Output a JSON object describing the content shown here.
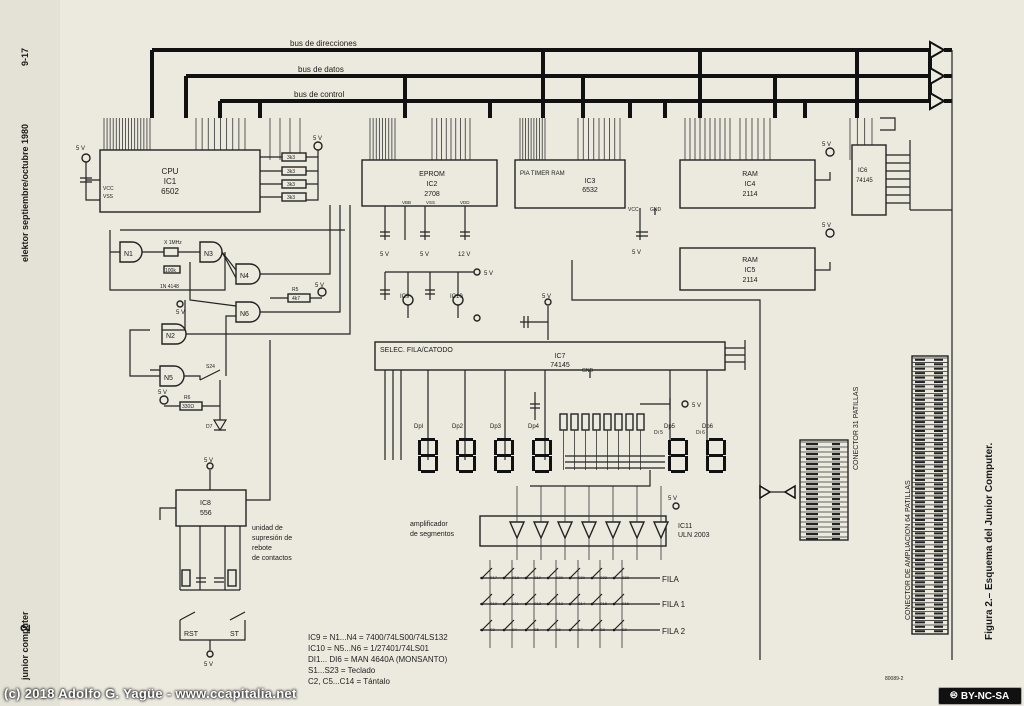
{
  "journal": {
    "page_ref": "9-17",
    "issue": "elektor septiembre/octubre 1980",
    "section": "junior computer",
    "page_number": "2"
  },
  "figure": {
    "caption": "Figura 2.– Esquema del Junior Computer.",
    "code": "80089-2"
  },
  "buses": {
    "address": "bus de direcciones",
    "data": "bus de datos",
    "control": "bus de control"
  },
  "chips": {
    "cpu": {
      "name": "CPU",
      "ref": "IC1",
      "part": "6502"
    },
    "eprom": {
      "name": "EPROM",
      "ref": "IC2",
      "part": "2708"
    },
    "pia": {
      "name": "PIA TIMER RAM",
      "ref": "IC3",
      "part": "6532"
    },
    "ram1": {
      "name": "RAM",
      "ref": "IC4",
      "part": "2114"
    },
    "ram2": {
      "name": "RAM",
      "ref": "IC5",
      "part": "2114"
    },
    "dec6": {
      "ref": "IC6",
      "part": "74145"
    },
    "dec7": {
      "name": "SELEC. FILA/CATODO",
      "ref": "IC7",
      "part": "74145"
    },
    "timer": {
      "ref": "IC8",
      "part": "556"
    },
    "ic9": {
      "ref": "IC9"
    },
    "ic10": {
      "ref": "IC10"
    },
    "drv": {
      "ref": "IC11",
      "part": "ULN 2003"
    }
  },
  "gates": [
    "N1",
    "N2",
    "N3",
    "N4",
    "N5",
    "N6"
  ],
  "resistors": [
    "3k3",
    "3k3",
    "3k3",
    "3k3",
    "4k7",
    "330Ω",
    "100k"
  ],
  "components": {
    "crystal": "X 1MHz",
    "diode": "1N 4148",
    "led": "D7",
    "switch": "S24",
    "r5": "R5",
    "r6": "R6"
  },
  "labels": {
    "supply": "5 V",
    "supply12": "12 V",
    "vcc": "VCC",
    "vss": "VSS",
    "vdd": "VDD",
    "vbb": "VBB",
    "gnd": "GND",
    "debounce": "unidad de supresión de rebote de contactos",
    "seg_amp": "amplificador de segmentos",
    "row0": "FILA",
    "row1": "FILA 1",
    "row2": "FILA 2",
    "rst": "RST",
    "st": "ST",
    "conn31": "CONECTOR 31 PATILLAS",
    "conn64": "CONECTOR DE AMPLIACION 64 PATILLAS"
  },
  "displays": [
    "Dpl",
    "Dp2",
    "Dp3",
    "Dp4",
    "Dp5",
    "Dp6"
  ],
  "display_sub": [
    "Di 5",
    "Di 6"
  ],
  "keypad_rows": [
    [
      "S17",
      "S18",
      "S19",
      "S20",
      "S21",
      "S22",
      "S23"
    ],
    [
      "S10",
      "S11",
      "S12",
      "S13",
      "S14",
      "S15",
      "S16"
    ],
    [
      "S3",
      "S4",
      "S5",
      "S6",
      "S7",
      "S8",
      "S9"
    ]
  ],
  "notes": [
    "IC9 = N1...N4 = 7400/74LS00/74LS132",
    "IC10 = N5...N6 = 1/27401/74LS01",
    "DI1... DI6 = MAN 4640A (MONSANTO)",
    "S1...S23 = Teclado",
    "C2, C5...C14 = Tántalo"
  ],
  "credit": "(c) 2018 Adolfo G. Yagüe - www.ccapitalia.net",
  "license": "BY-NC-SA",
  "colors": {
    "paper": "#eceadf",
    "ink": "#1a1a1a"
  }
}
